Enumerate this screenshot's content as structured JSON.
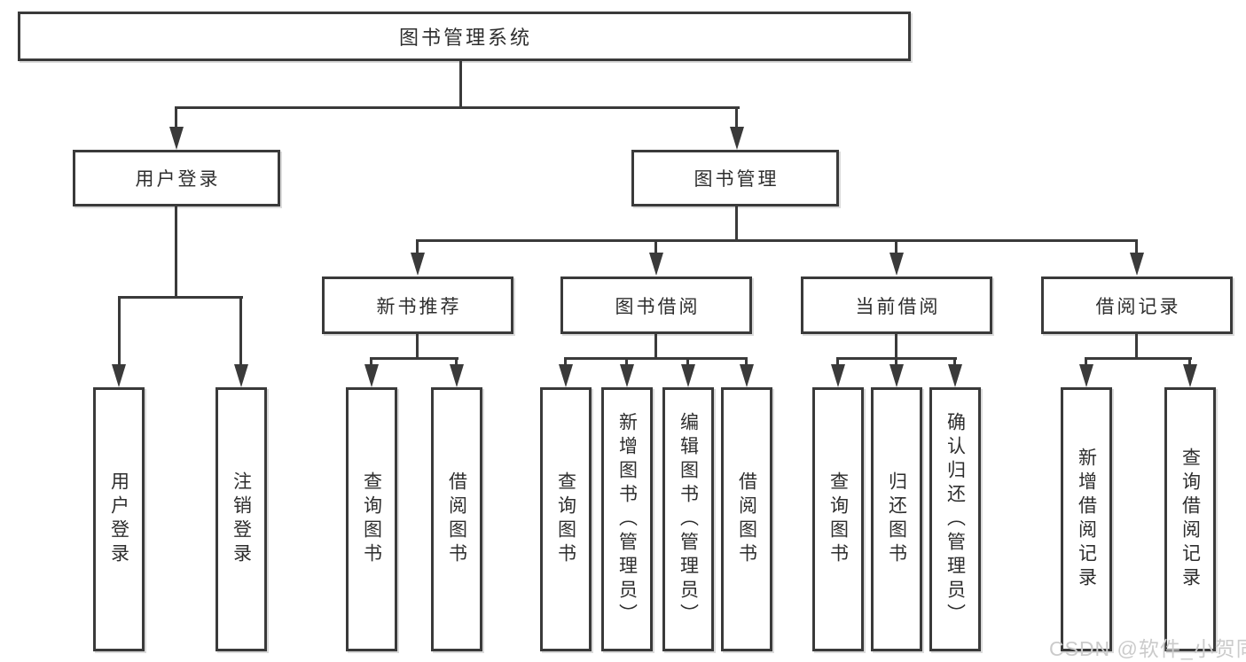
{
  "diagram_title": "图书管理系统",
  "colors": {
    "line": "#3a3a3a",
    "text": "#2e2e2e",
    "background": "#ffffff",
    "watermark": "#cbcbcb"
  },
  "nodes": {
    "root": "图书管理系统",
    "l2": [
      {
        "label": "用户登录"
      },
      {
        "label": "图书管理"
      }
    ],
    "l3": [
      {
        "label": "新书推荐"
      },
      {
        "label": "图书借阅"
      },
      {
        "label": "当前借阅"
      },
      {
        "label": "借阅记录"
      }
    ],
    "leaves": {
      "user": [
        "用户登录",
        "注销登录"
      ],
      "recommend": [
        "查询图书",
        "借阅图书"
      ],
      "borrow": [
        "查询图书",
        "新增图书（管理员）",
        "编辑图书（管理员）",
        "借阅图书"
      ],
      "current": [
        "查询图书",
        "归还图书",
        "确认归还（管理员）"
      ],
      "records": [
        "新增借阅记录",
        "查询借阅记录"
      ]
    }
  },
  "watermark": {
    "text": "CSDN @软件_小贺同学"
  }
}
